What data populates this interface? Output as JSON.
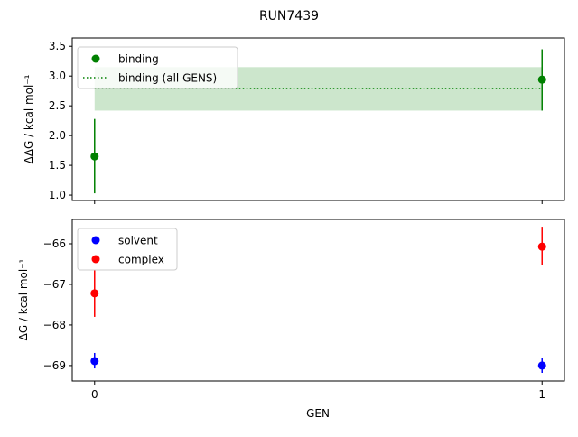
{
  "chart_data": [
    {
      "type": "scatter",
      "title": "RUN7439",
      "ylabel": "ΔΔG / kcal mol⁻¹",
      "xlabel": "",
      "xlim": [
        -0.05,
        1.05
      ],
      "ylim": [
        0.91,
        3.64
      ],
      "yticks": [
        "1.0",
        "1.5",
        "2.0",
        "2.5",
        "3.0",
        "3.5"
      ],
      "ytick_values": [
        1.0,
        1.5,
        2.0,
        2.5,
        3.0,
        3.5
      ],
      "xticks": [
        0,
        1
      ],
      "legend": "upper-left",
      "series": [
        {
          "name": "binding",
          "kind": "errorbar",
          "color": "#008000",
          "x": [
            0,
            1
          ],
          "y": [
            1.65,
            2.94
          ],
          "err_low": [
            1.03,
            2.42
          ],
          "err_high": [
            2.28,
            3.45
          ]
        },
        {
          "name": "binding (all GENS)",
          "kind": "dotted-line-with-band",
          "color": "#008000",
          "x": [
            0,
            1
          ],
          "y": 2.79,
          "band": [
            2.42,
            3.15
          ]
        }
      ]
    },
    {
      "type": "scatter",
      "xlabel": "GEN",
      "ylabel": "ΔG / kcal mol⁻¹",
      "xlim": [
        -0.05,
        1.05
      ],
      "ylim": [
        -69.38,
        -65.4
      ],
      "yticks": [
        "−69",
        "−68",
        "−67",
        "−66"
      ],
      "ytick_values": [
        -69,
        -68,
        -67,
        -66
      ],
      "xticks": [
        "0",
        "1"
      ],
      "xtick_values": [
        0,
        1
      ],
      "legend": "upper-left",
      "series": [
        {
          "name": "solvent",
          "kind": "errorbar",
          "color": "#0000ff",
          "x": [
            0,
            1
          ],
          "y": [
            -68.89,
            -69.0
          ],
          "err_low": [
            -69.07,
            -69.18
          ],
          "err_high": [
            -68.69,
            -68.82
          ]
        },
        {
          "name": "complex",
          "kind": "errorbar",
          "color": "#ff0000",
          "x": [
            0,
            1
          ],
          "y": [
            -67.22,
            -66.07
          ],
          "err_low": [
            -67.8,
            -66.53
          ],
          "err_high": [
            -66.64,
            -65.58
          ]
        }
      ]
    }
  ]
}
